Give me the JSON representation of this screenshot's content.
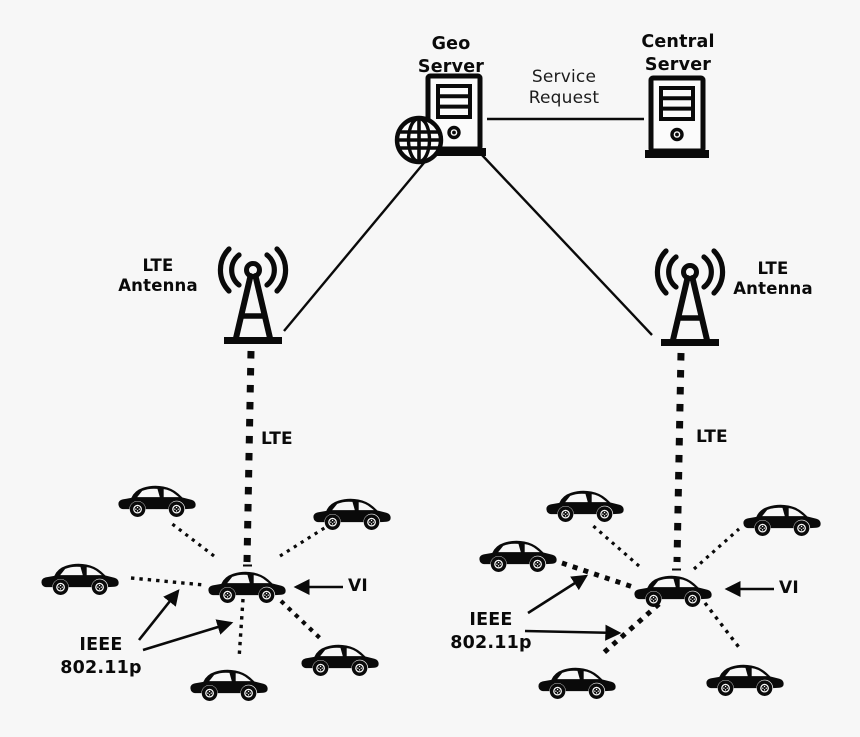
{
  "diagram": {
    "title": "vehicular-network-architecture",
    "colors": {
      "background": "#f7f7f7",
      "ink": "#0a0a0a"
    }
  },
  "servers": {
    "geo_label": "Geo\nServer",
    "central_label": "Central\nServer",
    "service_request_label": "Service\nRequest"
  },
  "antennas": {
    "left_label": "LTE\nAntenna",
    "right_label": "LTE\nAntenna"
  },
  "links": {
    "lte_left_label": "LTE",
    "lte_right_label": "LTE"
  },
  "clusters": {
    "left": {
      "vi_label": "VI",
      "ieee_label": "IEEE\n802.11p",
      "vehicle_count": 6
    },
    "right": {
      "vi_label": "VI",
      "ieee_label": "IEEE\n802.11p",
      "vehicle_count": 6
    }
  }
}
